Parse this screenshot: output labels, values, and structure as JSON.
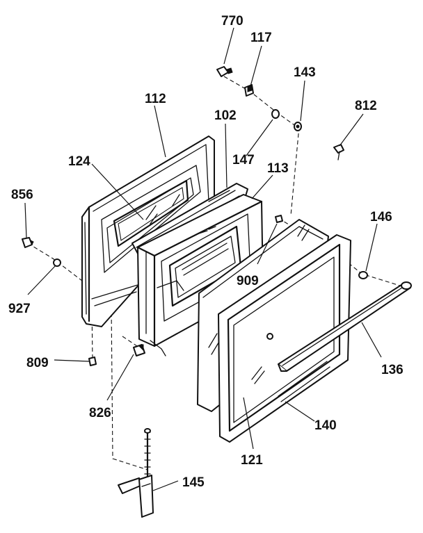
{
  "callouts": [
    {
      "id": "770",
      "text": "770"
    },
    {
      "id": "117",
      "text": "117"
    },
    {
      "id": "143",
      "text": "143"
    },
    {
      "id": "812",
      "text": "812"
    },
    {
      "id": "112",
      "text": "112"
    },
    {
      "id": "102",
      "text": "102"
    },
    {
      "id": "147",
      "text": "147"
    },
    {
      "id": "124",
      "text": "124"
    },
    {
      "id": "113",
      "text": "113"
    },
    {
      "id": "856",
      "text": "856"
    },
    {
      "id": "146",
      "text": "146"
    },
    {
      "id": "909",
      "text": "909"
    },
    {
      "id": "927",
      "text": "927"
    },
    {
      "id": "809",
      "text": "809"
    },
    {
      "id": "136",
      "text": "136"
    },
    {
      "id": "826",
      "text": "826"
    },
    {
      "id": "140",
      "text": "140"
    },
    {
      "id": "121",
      "text": "121"
    },
    {
      "id": "145",
      "text": "145"
    }
  ]
}
